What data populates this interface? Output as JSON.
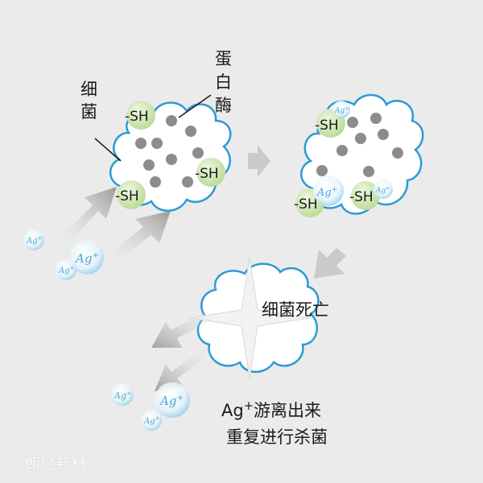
{
  "labels": {
    "bacteria": "细菌",
    "protein": "蛋白酶",
    "sulfhydryl": "-SH",
    "silver_ion": "Ag",
    "silver_charge": "+",
    "bacteria_death": "细菌死亡",
    "release_line1_ion": "Ag",
    "release_line1_charge": "+",
    "release_line1_rest": "游离出来",
    "release_line2": "重复进行杀菌"
  },
  "watermark": "©朗亿新材",
  "colors": {
    "background": "#ebebeb",
    "cell_outline": "#2b9ad6",
    "cell_fill": "#ffffff",
    "dot": "#8c8c8c",
    "sh_group": "#cfe6b0",
    "ion": "#4aa8d8",
    "arrow": "#b5b5b5"
  }
}
